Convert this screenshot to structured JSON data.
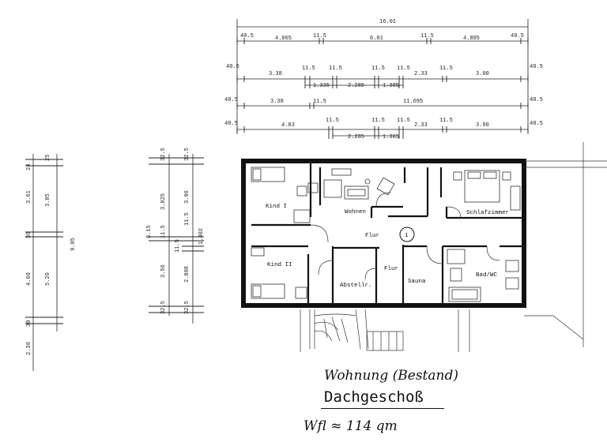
{
  "top_dims": {
    "overall": "16.01",
    "row1": [
      "40.5",
      "4.065",
      "11.5",
      "6.01",
      "11.5",
      "4.885",
      "40.5"
    ],
    "row2": [
      "40.5",
      "3.38",
      "11.5",
      "11.5",
      "11.5",
      "11.5",
      "2.33",
      "11.5",
      "3.00",
      "40.5"
    ],
    "row2_sub": [
      "1.335",
      "2.285",
      "1.385"
    ],
    "row3": [
      "40.5",
      "3.38",
      "11.5",
      "11.695",
      "40.5"
    ],
    "row4": [
      "40.5",
      "4.83",
      "11.5",
      "11.5",
      "11.5",
      "2.33",
      "11.5",
      "3.90",
      "40.5"
    ],
    "row4_sub": [
      "2.285",
      "1.365"
    ]
  },
  "left_dims_a": {
    "segments": [
      "24",
      "30",
      "30",
      "2.30"
    ],
    "inner": [
      "3.61",
      "4.60"
    ],
    "mid": [
      "25",
      "3.85",
      "5.20"
    ],
    "total": "9.05"
  },
  "left_dims_b": {
    "segments": [
      "32.5",
      "11.5",
      "32.5"
    ],
    "inner": [
      "3.825",
      "3.56"
    ],
    "mid": [
      "32.5",
      "3.06",
      "11.5",
      "2.808",
      "32.5"
    ],
    "total": "8.15",
    "small": [
      "11.5",
      "1.402"
    ]
  },
  "rooms": {
    "kind1": "Kind I",
    "wohnen": "Wohnen",
    "schlafzimmer": "Schlafzimmer",
    "flur_main": "Flur",
    "kind2": "Kind II",
    "abstellr": "Abstellr.",
    "flur_small": "Flur",
    "sauna": "Sauna",
    "bad": "Bad/WC"
  },
  "marker": "1",
  "titles": {
    "handwritten": "Wohnung (Bestand)",
    "main": "Dachgeschoß",
    "area": "Wfl ≈ 114 qm"
  }
}
